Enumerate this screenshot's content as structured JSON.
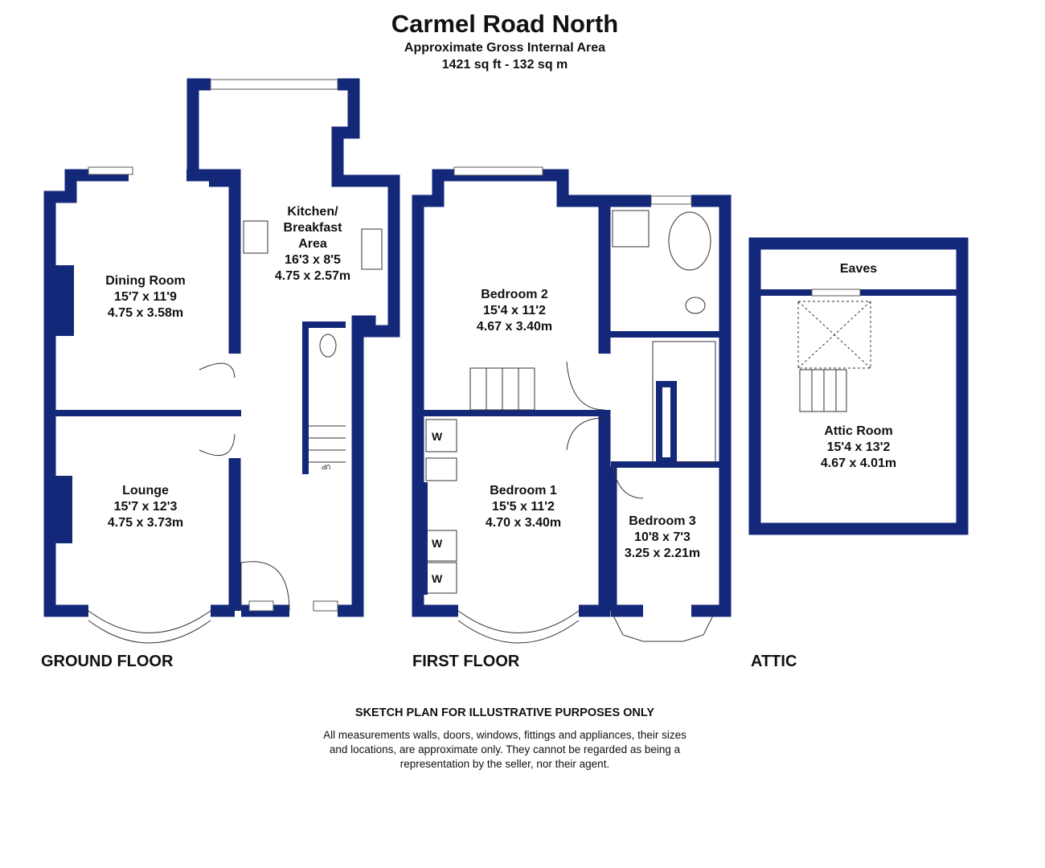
{
  "header": {
    "title": "Carmel Road North",
    "subtitle": "Approximate Gross Internal Area",
    "area": "1421 sq ft - 132 sq m"
  },
  "colors": {
    "walls": "#14287a"
  },
  "floors": {
    "ground": {
      "label": "GROUND FLOOR",
      "rooms": [
        {
          "name": "Dining Room",
          "imperial": "15'7 x 11'9",
          "metric": "4.75 x 3.58m"
        },
        {
          "name": "Lounge",
          "imperial": "15'7 x 12'3",
          "metric": "4.75 x 3.73m"
        },
        {
          "name": "Kitchen/",
          "name2": "Breakfast",
          "name3": "Area",
          "imperial": "16'3 x 8'5",
          "metric": "4.75 x 2.57m"
        }
      ],
      "stair_mark": "UP"
    },
    "first": {
      "label": "FIRST FLOOR",
      "rooms": [
        {
          "name": "Bedroom 2",
          "imperial": "15'4 x 11'2",
          "metric": "4.67 x 3.40m"
        },
        {
          "name": "Bedroom 1",
          "imperial": "15'5 x 11'2",
          "metric": "4.70 x 3.40m"
        },
        {
          "name": "Bedroom 3",
          "imperial": "10'8 x 7'3",
          "metric": "3.25 x 2.21m"
        }
      ],
      "wardrobe": "W"
    },
    "attic": {
      "label": "ATTIC",
      "eaves": "Eaves",
      "rooms": [
        {
          "name": "Attic Room",
          "imperial": "15'4 x 13'2",
          "metric": "4.67 x 4.01m"
        }
      ]
    }
  },
  "disclaimer": {
    "title": "SKETCH PLAN FOR ILLUSTRATIVE PURPOSES ONLY",
    "text": "All measurements walls, doors, windows, fittings and appliances, their sizes and locations, are approximate only. They cannot be regarded as being a representation by the seller, nor their agent."
  }
}
